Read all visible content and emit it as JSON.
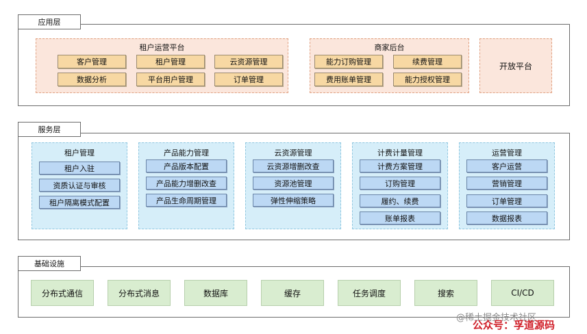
{
  "layers": {
    "application": {
      "label": "应用层",
      "tenant_platform": {
        "title": "租户运营平台",
        "items": [
          "客户管理",
          "租户管理",
          "云资源管理",
          "数据分析",
          "平台用户管理",
          "订单管理"
        ]
      },
      "merchant_backend": {
        "title": "商家后台",
        "items": [
          "能力订购管理",
          "续费管理",
          "费用账单管理",
          "能力授权管理"
        ]
      },
      "open_platform": "开放平台"
    },
    "service": {
      "label": "服务层",
      "groups": [
        {
          "title": "租户管理",
          "items": [
            "租户入驻",
            "资质认证与审核",
            "租户隔离模式配置"
          ]
        },
        {
          "title": "产品能力管理",
          "items": [
            "产品版本配置",
            "产品能力增删改查",
            "产品生命周期管理"
          ]
        },
        {
          "title": "云资源管理",
          "items": [
            "云资源增删改查",
            "资源池管理",
            "弹性伸缩策略"
          ]
        },
        {
          "title": "计费计量管理",
          "items": [
            "计费方案管理",
            "订购管理",
            "履约、续费",
            "账单报表"
          ]
        },
        {
          "title": "运营管理",
          "items": [
            "客户运营",
            "营销管理",
            "订单管理",
            "数据报表"
          ]
        }
      ]
    },
    "infrastructure": {
      "label": "基础设施",
      "items": [
        "分布式通信",
        "分布式消息",
        "数据库",
        "缓存",
        "任务调度",
        "搜索",
        "CI/CD"
      ]
    }
  },
  "watermark": {
    "community": "@稀土掘金技术社区",
    "account": "公众号：孚道源码"
  },
  "colors": {
    "orange_group_bg": "#fbe6dc",
    "orange_box": "#f7d8a3",
    "blue_group_bg": "#d6eef9",
    "blue_box": "#bcd8f4",
    "green_box": "#d9edd0"
  }
}
